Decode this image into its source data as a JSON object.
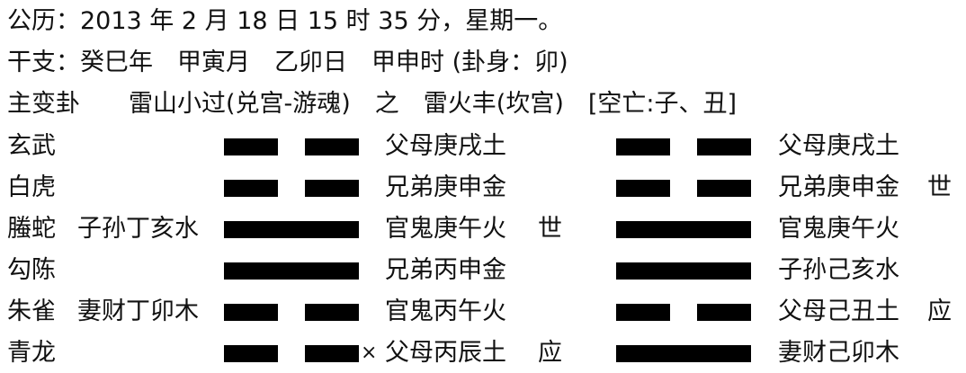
{
  "header": {
    "date_line": "公历：2013 年 2 月 18 日 15 时 35 分，星期一。",
    "ganzhi_line": "干支：癸巳年　甲寅月　乙卯日　甲申时 (卦身：卯)",
    "gua_line": "主变卦　　雷山小过(兑宫-游魂)　之　雷火丰(坎宫)　[空亡:子、丑]"
  },
  "rows": [
    {
      "god": "玄武",
      "hidden": "",
      "main_yao": "yin",
      "moving": "",
      "main_text": "父母庚戌土",
      "main_mark": "",
      "changed_yao": "yin",
      "changed_text": "父母庚戌土",
      "changed_mark": ""
    },
    {
      "god": "白虎",
      "hidden": "",
      "main_yao": "yin",
      "moving": "",
      "main_text": "兄弟庚申金",
      "main_mark": "",
      "changed_yao": "yin",
      "changed_text": "兄弟庚申金",
      "changed_mark": "世"
    },
    {
      "god": "螣蛇",
      "hidden": "子孙丁亥水",
      "main_yao": "yang",
      "moving": "",
      "main_text": "官鬼庚午火",
      "main_mark": "世",
      "changed_yao": "yang",
      "changed_text": "官鬼庚午火",
      "changed_mark": ""
    },
    {
      "god": "勾陈",
      "hidden": "",
      "main_yao": "yang",
      "moving": "",
      "main_text": "兄弟丙申金",
      "main_mark": "",
      "changed_yao": "yang",
      "changed_text": "子孙己亥水",
      "changed_mark": ""
    },
    {
      "god": "朱雀",
      "hidden": "妻财丁卯木",
      "main_yao": "yin",
      "moving": "",
      "main_text": "官鬼丙午火",
      "main_mark": "",
      "changed_yao": "yin",
      "changed_text": "父母己丑土",
      "changed_mark": "应"
    },
    {
      "god": "青龙",
      "hidden": "",
      "main_yao": "yin",
      "moving": "×",
      "main_text": "父母丙辰土",
      "main_mark": "应",
      "changed_yao": "yang",
      "changed_text": "妻财己卯木",
      "changed_mark": ""
    }
  ]
}
